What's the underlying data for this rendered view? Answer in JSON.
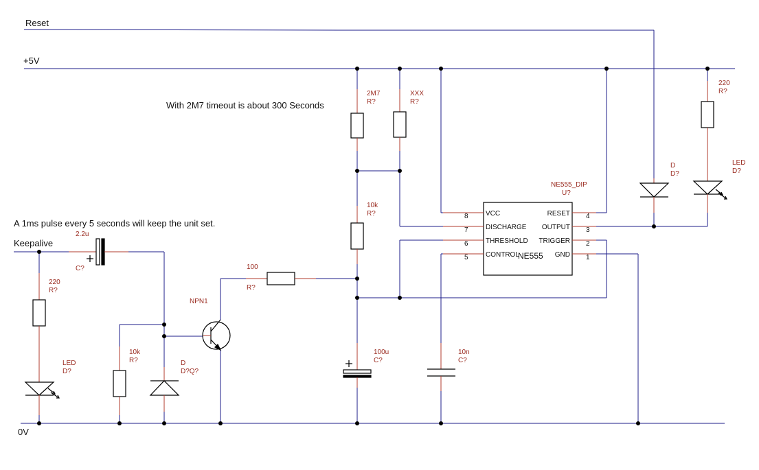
{
  "nets": {
    "reset": "Reset",
    "vcc": "+5V",
    "gnd": "0V",
    "keepalive": "Keepalive"
  },
  "notes": {
    "timeout": "With 2M7 timeout is about 300 Seconds",
    "pulse": "A 1ms pulse every 5 seconds will keep the unit set."
  },
  "components": {
    "r_2m7": {
      "value": "2M7",
      "ref": "R?"
    },
    "r_xxx": {
      "value": "XXX",
      "ref": "R?"
    },
    "r_10k_top": {
      "value": "10k",
      "ref": "R?"
    },
    "r_220_right": {
      "value": "220",
      "ref": "R?"
    },
    "r_100": {
      "value": "100",
      "ref": "R?"
    },
    "r_220_left": {
      "value": "220",
      "ref": "R?"
    },
    "r_10k_bottom": {
      "value": "10k",
      "ref": "R?"
    },
    "c_2u2": {
      "value": "2.2u",
      "ref": "C?"
    },
    "c_100u": {
      "value": "100u",
      "ref": "C?"
    },
    "c_10n": {
      "value": "10n",
      "ref": "C?"
    },
    "d_right": {
      "value": "D",
      "ref": "D?"
    },
    "d_bottom": {
      "value": "D",
      "ref": "D?Q?"
    },
    "led_right": {
      "value": "LED",
      "ref": "D?"
    },
    "led_left": {
      "value": "LED",
      "ref": "D?"
    },
    "npn": {
      "value": "NPN1"
    },
    "ic": {
      "value": "NE555_DIP",
      "ref": "U?",
      "name": "NE555",
      "pins": [
        {
          "num": "8",
          "name": "VCC"
        },
        {
          "num": "7",
          "name": "DISCHARGE"
        },
        {
          "num": "6",
          "name": "THRESHOLD"
        },
        {
          "num": "5",
          "name": "CONTROL"
        },
        {
          "num": "4",
          "name": "RESET"
        },
        {
          "num": "3",
          "name": "OUTPUT"
        },
        {
          "num": "2",
          "name": "TRIGGER"
        },
        {
          "num": "1",
          "name": "GND"
        }
      ]
    }
  },
  "colors": {
    "wire": "#1c1c8a",
    "lead": "#b23b2e",
    "ref_text": "#9a2b20"
  }
}
